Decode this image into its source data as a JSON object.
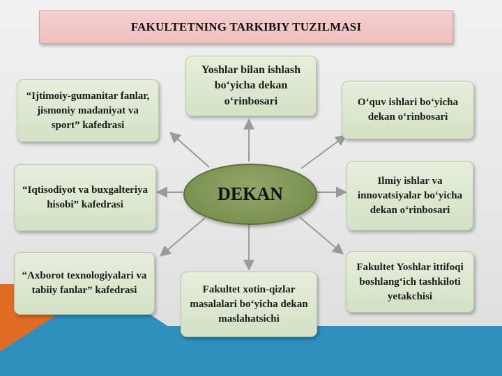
{
  "title": "FAKULTETNING TARKIBIY TUZILMASI",
  "center": "DEKAN",
  "boxes": {
    "top": "Yoshlar bilan ishlash bo‘yicha dekan o‘rinbosari",
    "top_left": "“Ijtimoiy-gumanitar fanlar, jismoniy madaniyat va sport” kafedrasi",
    "top_right": "O‘quv ishlari bo‘yicha dekan o‘rinbosari",
    "mid_left": "“Iqtisodiyot va buxgalteriya hisobi” kafedrasi",
    "mid_right": "Ilmiy ishlar va innovatsiyalar bo‘yicha dekan o‘rinbosari",
    "bottom_left": "“Axborot texnologiyalari va tabiiy fanlar” kafedrasi",
    "bottom": "Fakultet xotin-qizlar masalalari bo‘yicha dekan maslahatsichi",
    "bottom_right": "Fakultet Yoshlar ittifoqi boshlang‘ich tashkiloti yetakchisi"
  },
  "colors": {
    "title_fill": "#f3c9c9",
    "box_fill": "#d9e6cc",
    "center_fill": "#84995b",
    "arrow": "#999999",
    "accent_orange": "#e06b22",
    "accent_blue": "#2f8fbd"
  }
}
